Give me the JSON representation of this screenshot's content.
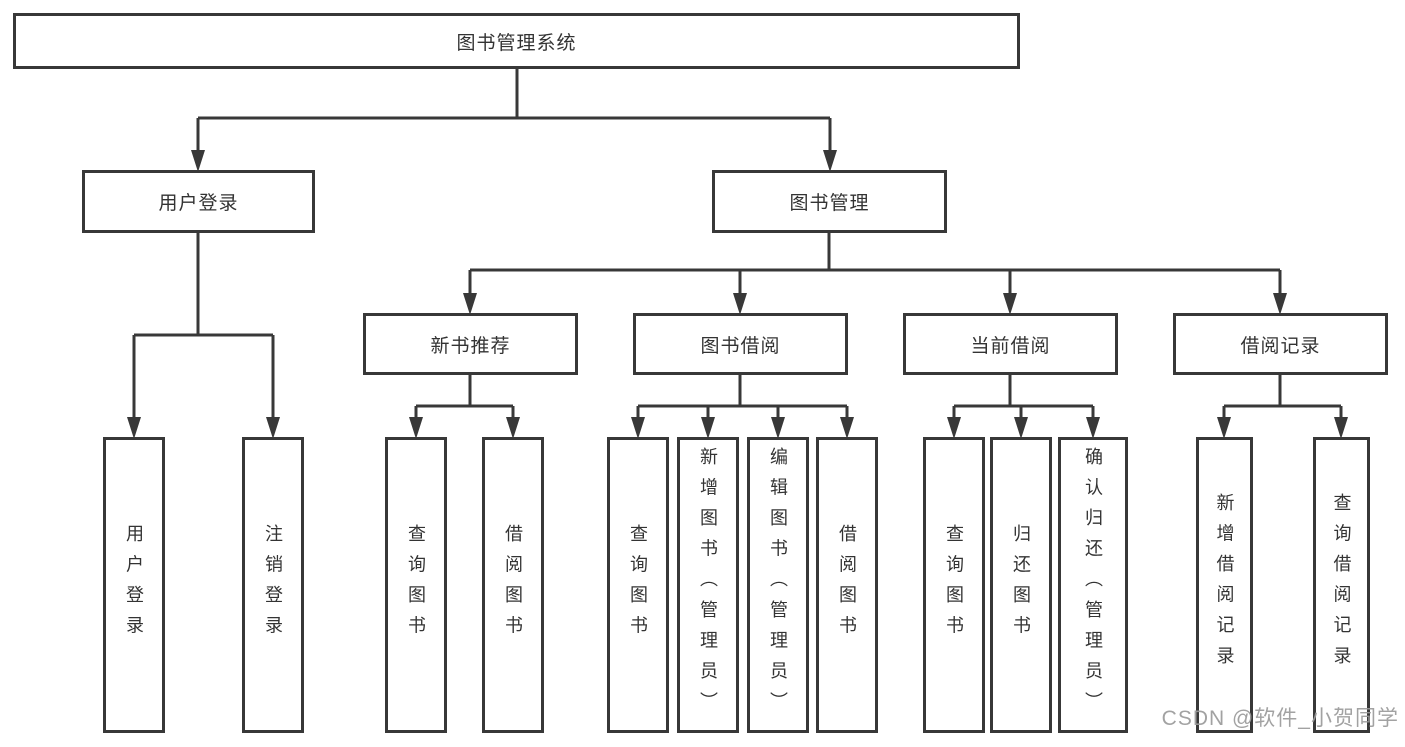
{
  "canvas": {
    "background": "#ffffff",
    "line_color": "#383838",
    "text_color": "#333333"
  },
  "watermark": {
    "text": "CSDN @软件_小贺同学",
    "color": "#9a9a9a"
  },
  "tree": {
    "label": "图书管理系统",
    "children": [
      {
        "label": "用户登录",
        "children": [
          {
            "label": "用户登录"
          },
          {
            "label": "注销登录"
          }
        ]
      },
      {
        "label": "图书管理",
        "children": [
          {
            "label": "新书推荐",
            "children": [
              {
                "label": "查询图书"
              },
              {
                "label": "借阅图书"
              }
            ]
          },
          {
            "label": "图书借阅",
            "children": [
              {
                "label": "查询图书"
              },
              {
                "label": "新增图书（管理员）"
              },
              {
                "label": "编辑图书（管理员）"
              },
              {
                "label": "借阅图书"
              }
            ]
          },
          {
            "label": "当前借阅",
            "children": [
              {
                "label": "查询图书"
              },
              {
                "label": "归还图书"
              },
              {
                "label": "确认归还（管理员）"
              }
            ]
          },
          {
            "label": "借阅记录",
            "children": [
              {
                "label": "新增借阅记录"
              },
              {
                "label": "查询借阅记录"
              }
            ]
          }
        ]
      }
    ]
  }
}
